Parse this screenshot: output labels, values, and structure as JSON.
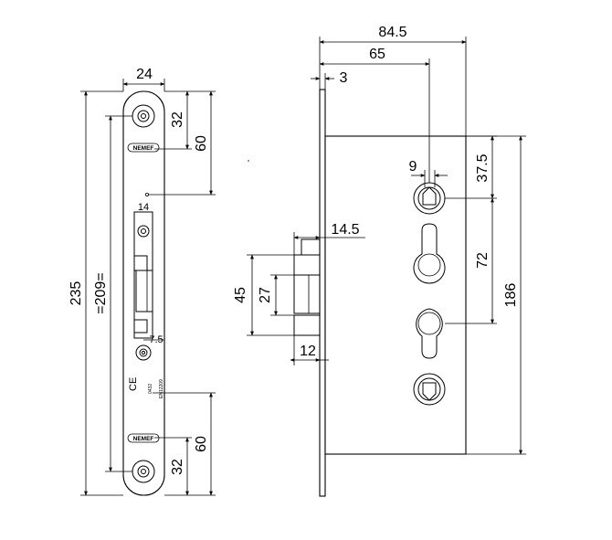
{
  "left_view": {
    "dim_width": "24",
    "dim_top_32": "32",
    "dim_top_60": "60",
    "dim_total_height": "235",
    "dim_hole_spacing": "=209=",
    "dim_latch_14": "14",
    "dim_bolt_offset": "7.5",
    "dim_bottom_60": "60",
    "dim_bottom_32": "32",
    "brand_label_top": "NEMEF",
    "brand_label_bottom": "NEMEF",
    "cert_mark": "CE",
    "cert_number": "0432",
    "cert_code": "EN12209"
  },
  "right_view": {
    "dim_overall_depth": "84.5",
    "dim_backset_65": "65",
    "dim_faceplate_3": "3",
    "dim_spindle_9": "9",
    "dim_spindle_offset": "37.5",
    "dim_centre_72": "72",
    "dim_case_height": "186",
    "dim_latch_projection": "14.5",
    "dim_latch_45": "45",
    "dim_latch_27": "27",
    "dim_bolt_12": "12"
  }
}
